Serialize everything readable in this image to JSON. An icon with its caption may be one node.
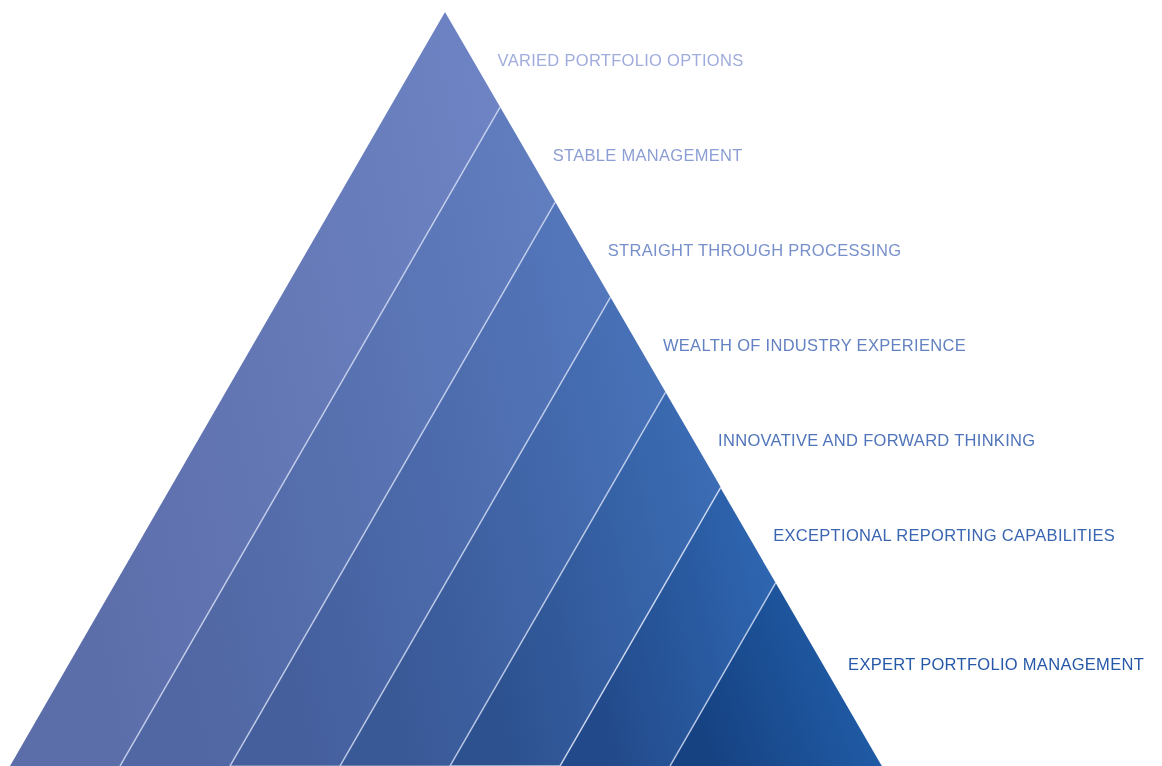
{
  "diagram": {
    "nodes": [
      {
        "text": [
          "VARIED PORTFOLIO OPTIONS"
        ]
      },
      {
        "text": [
          "STABLE MANAGEMENT"
        ]
      },
      {
        "text": [
          "STRAIGHT THROUGH PROCESSING"
        ]
      },
      {
        "text": [
          "WEALTH OF INDUSTRY EXPERIENCE"
        ]
      },
      {
        "text": [
          "INNOVATIVE AND FORWARD THINKING"
        ]
      },
      {
        "text": [
          "EXCEPTIONAL REPORTING CAPABILITIES"
        ]
      },
      {
        "text": [
          "EXPERT PORTFOLIO MANAGEMENT"
        ]
      }
    ]
  }
}
